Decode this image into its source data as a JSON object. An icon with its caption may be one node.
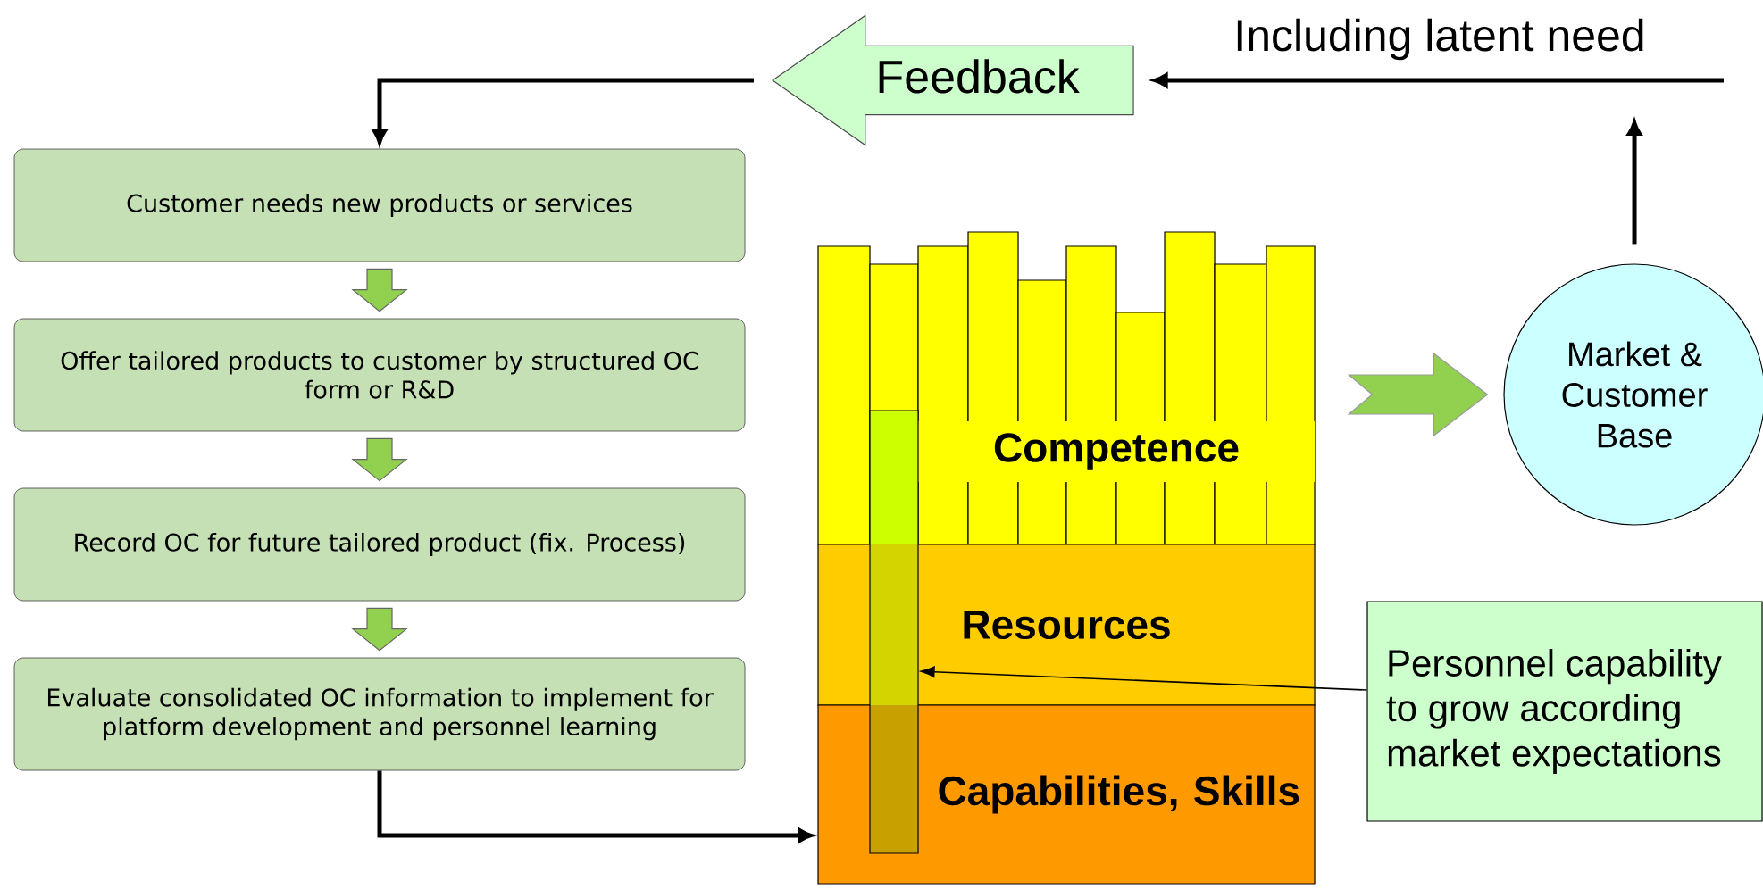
{
  "diagram": {
    "nodes": [
      {
        "text": [
          "Customer needs new products or services"
        ]
      },
      {
        "text": [
          "Offer tailored products to customer by structured OC form or R&D"
        ]
      },
      {
        "text": [
          "Record OC for future tailored product (fix. Process)"
        ]
      },
      {
        "text": [
          "Evaluate consolidated OC information to implement for platform development and personnel learning"
        ]
      },
      {
        "text": [
          "Competence"
        ]
      },
      {
        "text": [
          "Resources"
        ]
      },
      {
        "text": [
          "Capabilities, Skills"
        ]
      },
      {
        "text": [
          "Market & Customer Base"
        ]
      },
      {
        "text": [
          "Feedback"
        ]
      },
      {
        "text": [
          "Personnel capability to grow according market expectations"
        ]
      },
      {
        "text": [],
        "shape": "bar"
      }
    ],
    "edges": [
      {
        "from": 0,
        "to": 1,
        "arrow": "to",
        "style": "thick",
        "color": "#92d050"
      },
      {
        "from": 1,
        "to": 2,
        "arrow": "to",
        "style": "thick",
        "color": "#92d050"
      },
      {
        "from": 2,
        "to": 3,
        "arrow": "to",
        "style": "thick",
        "color": "#92d050"
      },
      {
        "from": 3,
        "to": 6,
        "arrow": "to"
      },
      {
        "from": 4,
        "to": 7,
        "arrow": "to",
        "style": "thick",
        "color": "#92d050"
      },
      {
        "from": 7,
        "to": null,
        "arrow": "to"
      },
      {
        "from": null,
        "to": 8,
        "arrow": "to",
        "label": "Including latent need"
      },
      {
        "from": 8,
        "to": 0,
        "arrow": "to"
      },
      {
        "from": 9,
        "to": 10,
        "arrow": "to"
      }
    ]
  }
}
